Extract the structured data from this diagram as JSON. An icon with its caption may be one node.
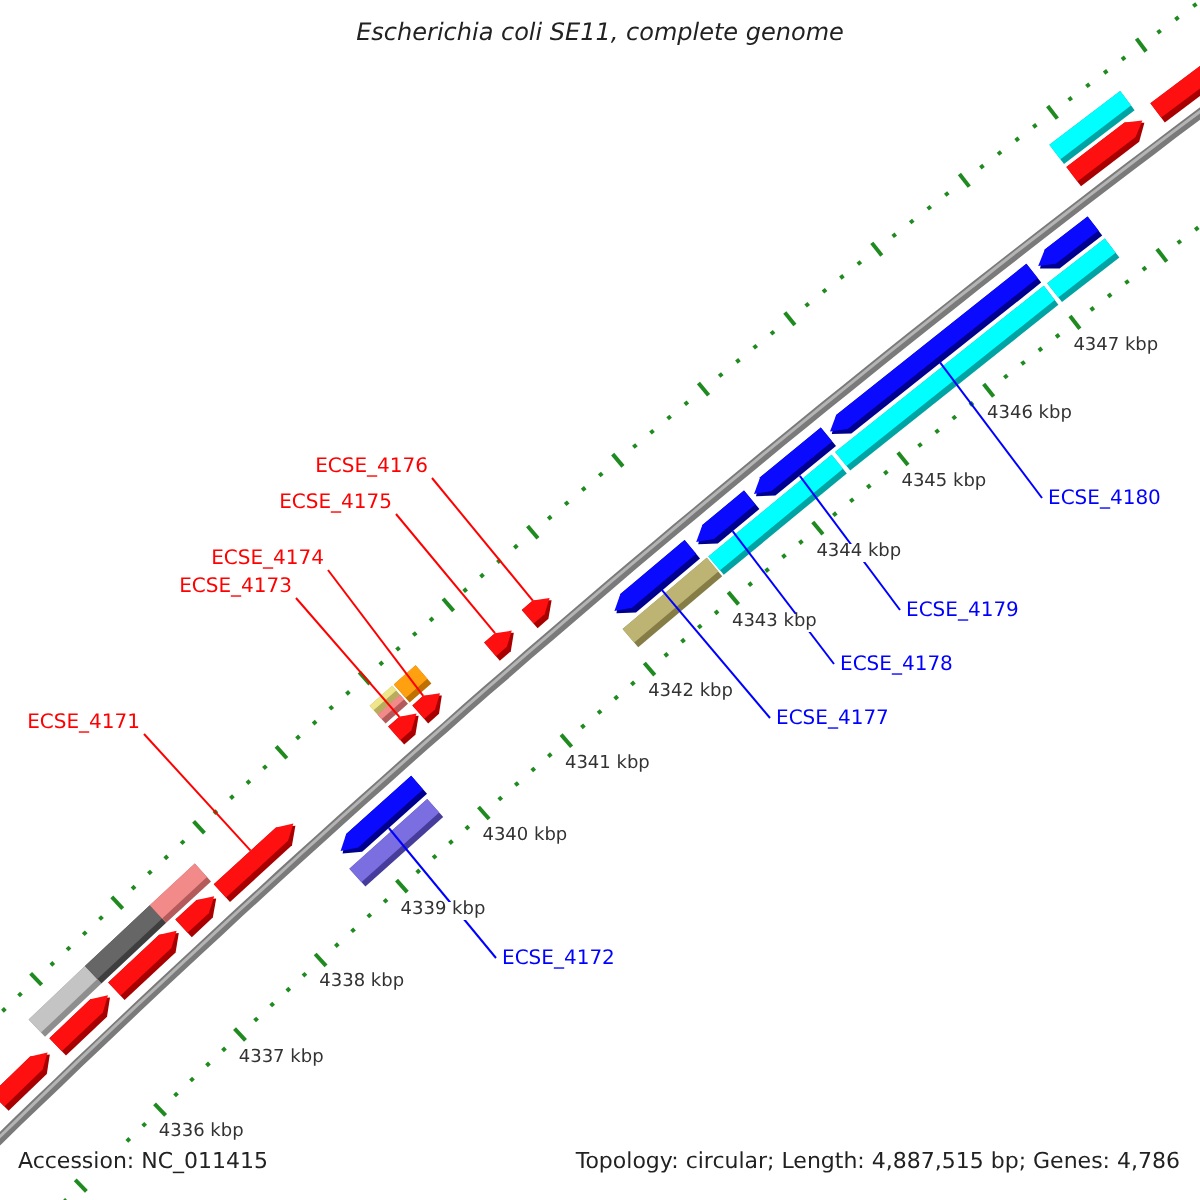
{
  "diagram": {
    "title": "Escherichia coli SE11, complete genome",
    "nodes": [
      {
        "text": [
          "ECSE_4176"
        ]
      },
      {
        "text": [
          "ECSE_4175"
        ]
      },
      {
        "text": [
          "ECSE_4174"
        ]
      },
      {
        "text": [
          "ECSE_4173"
        ]
      },
      {
        "text": [
          "ECSE_4171"
        ]
      },
      {
        "text": [
          "ECSE_4180"
        ]
      },
      {
        "text": [
          "ECSE_4179"
        ]
      },
      {
        "text": [
          "ECSE_4178"
        ]
      },
      {
        "text": [
          "ECSE_4177"
        ]
      },
      {
        "text": [
          "ECSE_4172"
        ]
      },
      {
        "text": [],
        "shape": "bar"
      },
      {
        "text": [],
        "shape": "box"
      },
      {
        "text": [],
        "shape": "bar"
      },
      {
        "text": [],
        "shape": "box"
      },
      {
        "text": [],
        "shape": "bar"
      },
      {
        "text": [],
        "shape": "box"
      },
      {
        "text": [],
        "shape": "bar"
      },
      {
        "text": [],
        "shape": "bar"
      },
      {
        "text": [],
        "shape": "box"
      },
      {
        "text": [],
        "shape": "bar"
      },
      {
        "text": [],
        "shape": "box"
      },
      {
        "text": [],
        "shape": "box"
      },
      {
        "text": [],
        "shape": "bar"
      },
      {
        "text": [],
        "shape": "box"
      },
      {
        "text": [],
        "shape": "bar"
      },
      {
        "text": [],
        "shape": "bar"
      },
      {
        "text": [],
        "shape": "bar"
      },
      {
        "text": [],
        "shape": "box"
      },
      {
        "text": [],
        "shape": "bar"
      },
      {
        "text": [],
        "shape": "box"
      },
      {
        "text": [],
        "shape": "bar"
      },
      {
        "text": [],
        "shape": "bar"
      },
      {
        "text": [],
        "shape": "box"
      },
      {
        "text": [],
        "shape": "bar"
      },
      {
        "text": [],
        "shape": "box"
      },
      {
        "text": [],
        "shape": "bar"
      },
      {
        "text": [],
        "shape": "bar"
      },
      {
        "text": [],
        "shape": "box"
      },
      {
        "text": [],
        "shape": "bar"
      }
    ],
    "edges": [
      {
        "from": 0,
        "to": 26,
        "arrow": "none",
        "color": "#ff0000"
      },
      {
        "from": 1,
        "to": 25,
        "arrow": "none",
        "color": "#ff0000"
      },
      {
        "from": 2,
        "to": 24,
        "arrow": "none",
        "color": "#ff0000"
      },
      {
        "from": 3,
        "to": 22,
        "arrow": "none",
        "color": "#ff0000"
      },
      {
        "from": 4,
        "to": 17,
        "arrow": "none",
        "color": "#ff0000"
      },
      {
        "from": 5,
        "to": 33,
        "arrow": "none",
        "color": "#0000ff"
      },
      {
        "from": 6,
        "to": 31,
        "arrow": "none",
        "color": "#0000ff"
      },
      {
        "from": 7,
        "to": 30,
        "arrow": "none",
        "color": "#0000ff"
      },
      {
        "from": 8,
        "to": 28,
        "arrow": "none",
        "color": "#0000ff"
      },
      {
        "from": 9,
        "to": 19,
        "arrow": "none",
        "color": "#0000ff"
      }
    ],
    "labels": [
      "4347 kbp",
      "4346 kbp",
      "4345 kbp",
      "4344 kbp",
      "4343 kbp",
      "4342 kbp",
      "4341 kbp",
      "4340 kbp",
      "4339 kbp",
      "4338 kbp",
      "4337 kbp",
      "4336 kbp",
      "Accession: NC_011415",
      "Topology: circular; Length: 4,887,515 bp; Genes: 4,786"
    ]
  }
}
